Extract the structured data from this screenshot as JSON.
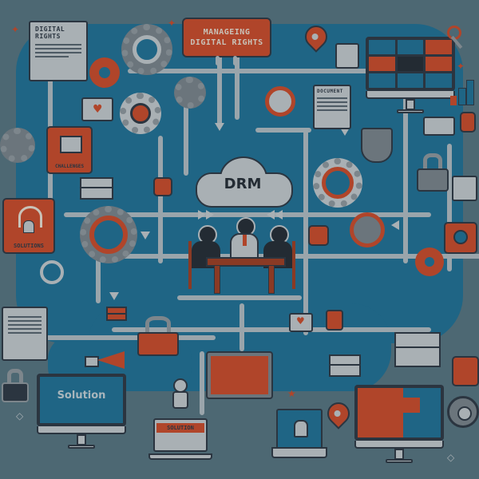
{
  "illustration": {
    "title_sign": {
      "line1": "MANAGEING",
      "line2": "DIGITAL RIGHTS"
    },
    "center_cloud": {
      "label": "DRM"
    },
    "top_left_document": {
      "title": "DIGITAL RIGHTS"
    },
    "right_document": {
      "title": "DOCUMENT"
    },
    "left_boxes": [
      {
        "label": "CHALLENGES"
      },
      {
        "label": "SOLUTIONS"
      }
    ],
    "bottom_monitor": {
      "label": "Solution"
    },
    "bottom_laptop": {
      "label": "SOLUTION"
    },
    "colors": {
      "background": "#4d6873",
      "accent_blue": "#1f6585",
      "accent_orange": "#b0452a",
      "outline": "#2b3540",
      "light_gray": "#a9b0b4"
    }
  }
}
